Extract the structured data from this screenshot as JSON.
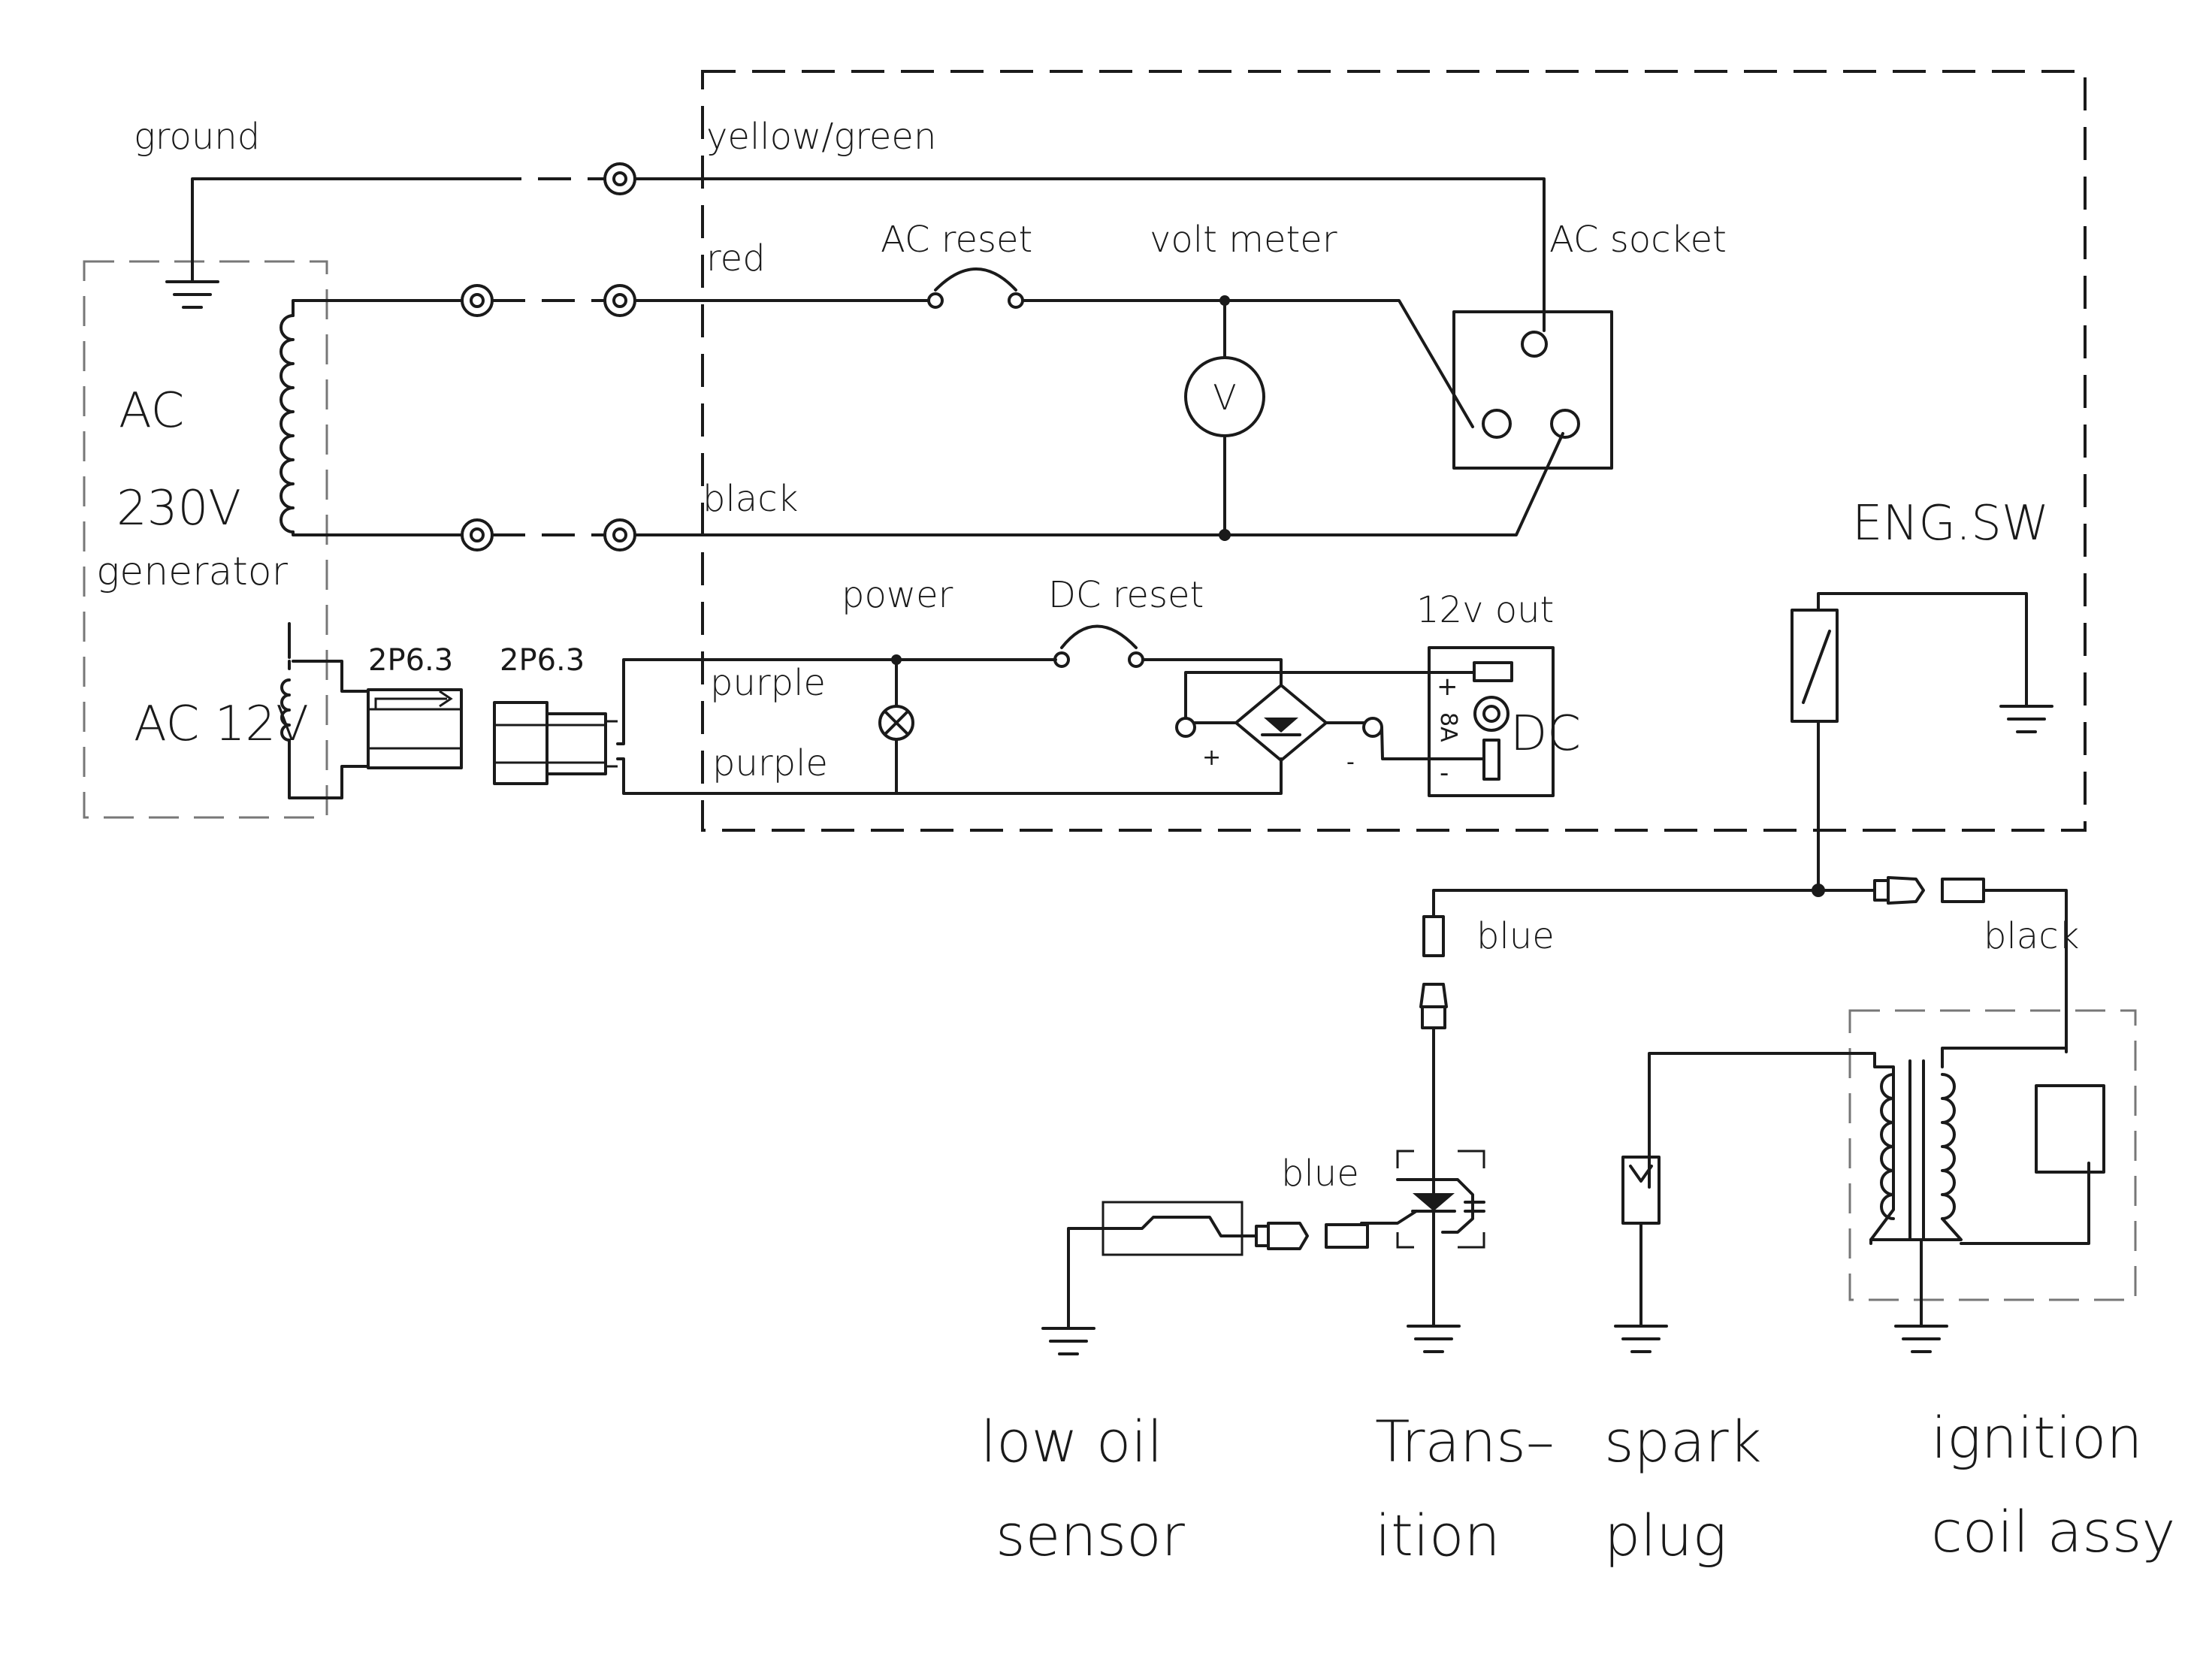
{
  "labels": {
    "ground": "ground",
    "yellow_green": "yellow/green",
    "red": "red",
    "ac_reset": "AC reset",
    "volt_meter": "volt meter",
    "ac_socket": "AC socket",
    "black": "black",
    "ac": "AC",
    "v230": "230V",
    "generator": "generator",
    "eng_sw": "ENG.SW",
    "power": "power",
    "dc_reset": "DC reset",
    "out_12v": "12v out",
    "conn_2p63_a": "2P6.3",
    "conn_2p63_b": "2P6.3",
    "ac12v": "AC 12V",
    "purple_top": "purple",
    "purple_bottom": "purple",
    "dc": "DC",
    "fuse_8a": "8A",
    "plus": "+",
    "minus": "-",
    "bridge_plus": "+",
    "bridge_minus": "-",
    "voltmeter_symbol": "V",
    "blue_top": "blue",
    "black_right": "black",
    "blue_low": "blue",
    "low_oil_1": "low oil",
    "low_oil_2": "sensor",
    "transition_1": "Trans–",
    "transition_2": "ition",
    "spark_1": "spark",
    "spark_2": "plug",
    "ignition_1": "ignition",
    "ignition_2": "coil assy"
  }
}
